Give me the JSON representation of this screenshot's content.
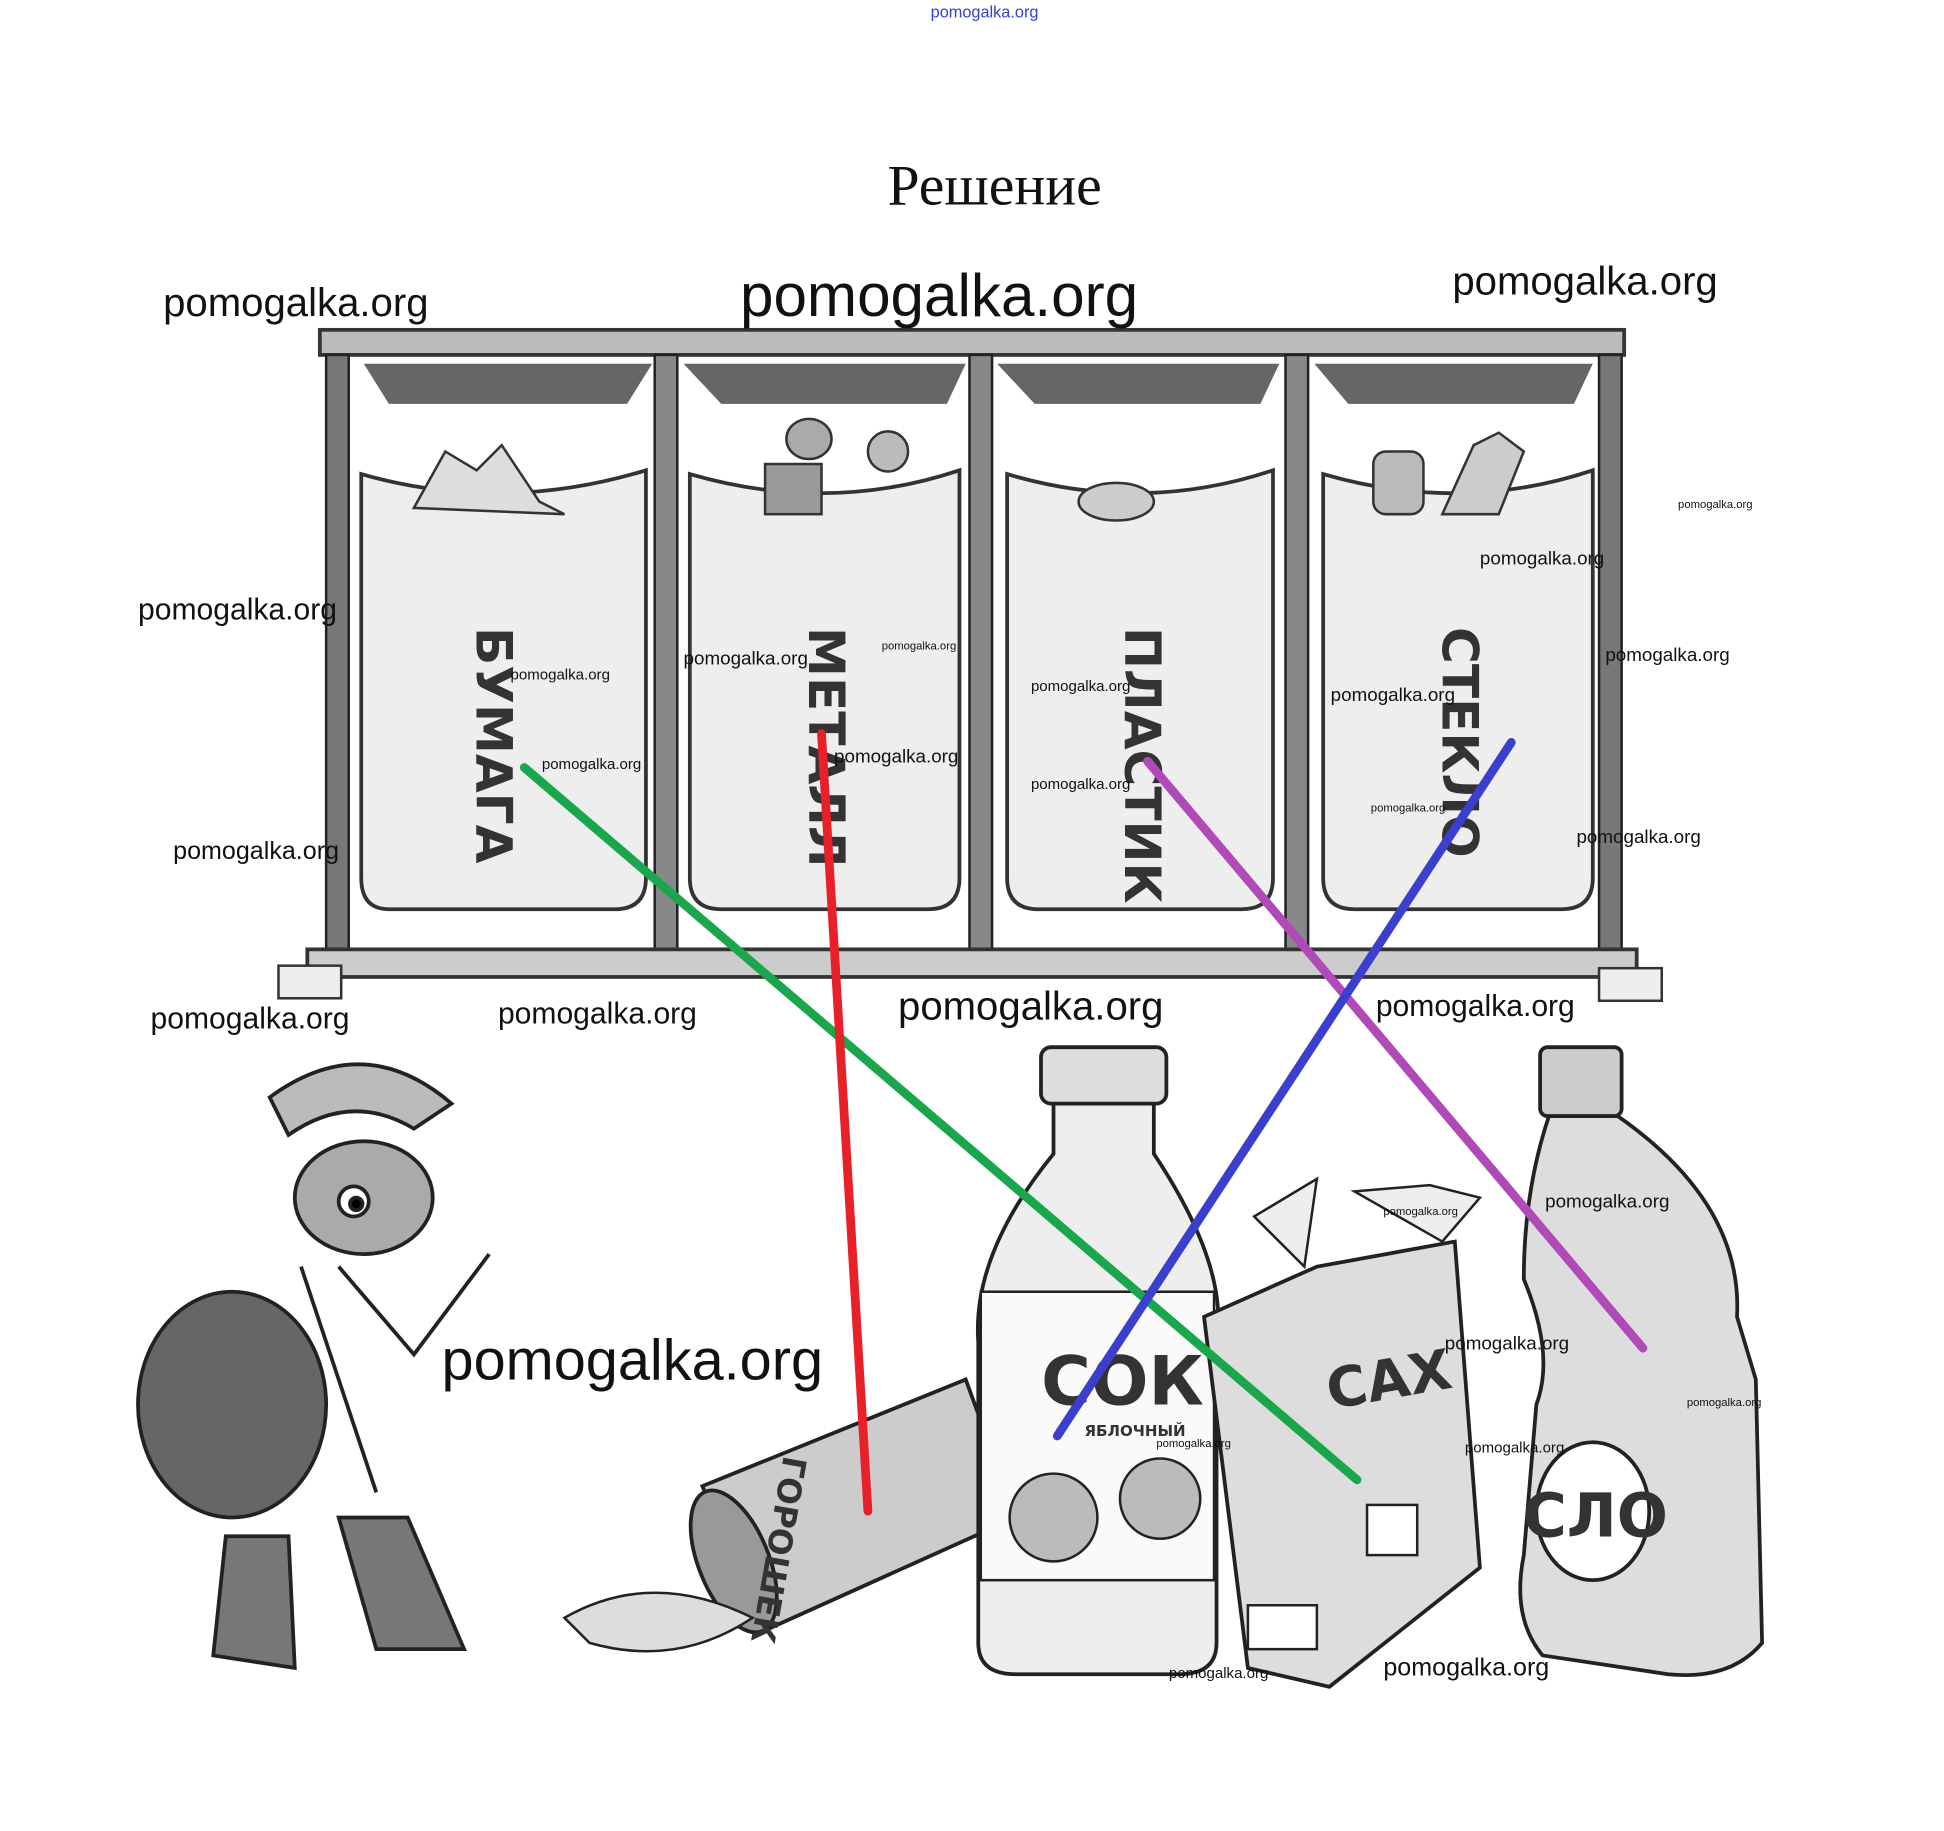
{
  "header": {
    "site_link": "pomogalka.org",
    "title": "Решение"
  },
  "watermark": "pomogalka.org",
  "bins": [
    {
      "label": "БУМАГА"
    },
    {
      "label": "МЕТАЛЛ"
    },
    {
      "label": "ПЛАСТИК"
    },
    {
      "label": "СТЕКЛО"
    }
  ],
  "products": {
    "juice": "СОК",
    "juice_sub": "ЯБЛОЧНЫЙ",
    "sugar": "САХ",
    "oil": "СЛО",
    "can": "ГОРОШЕК"
  },
  "connections": [
    {
      "from": "БУМАГА",
      "to": "sugar bag",
      "color": "#1aa64a"
    },
    {
      "from": "МЕТАЛЛ",
      "to": "can",
      "color": "#e8202a"
    },
    {
      "from": "ПЛАСТИК",
      "to": "oil bottle",
      "color": "#b04ab8"
    },
    {
      "from": "СТЕКЛО",
      "to": "juice bottle",
      "color": "#3a3fcc"
    }
  ]
}
